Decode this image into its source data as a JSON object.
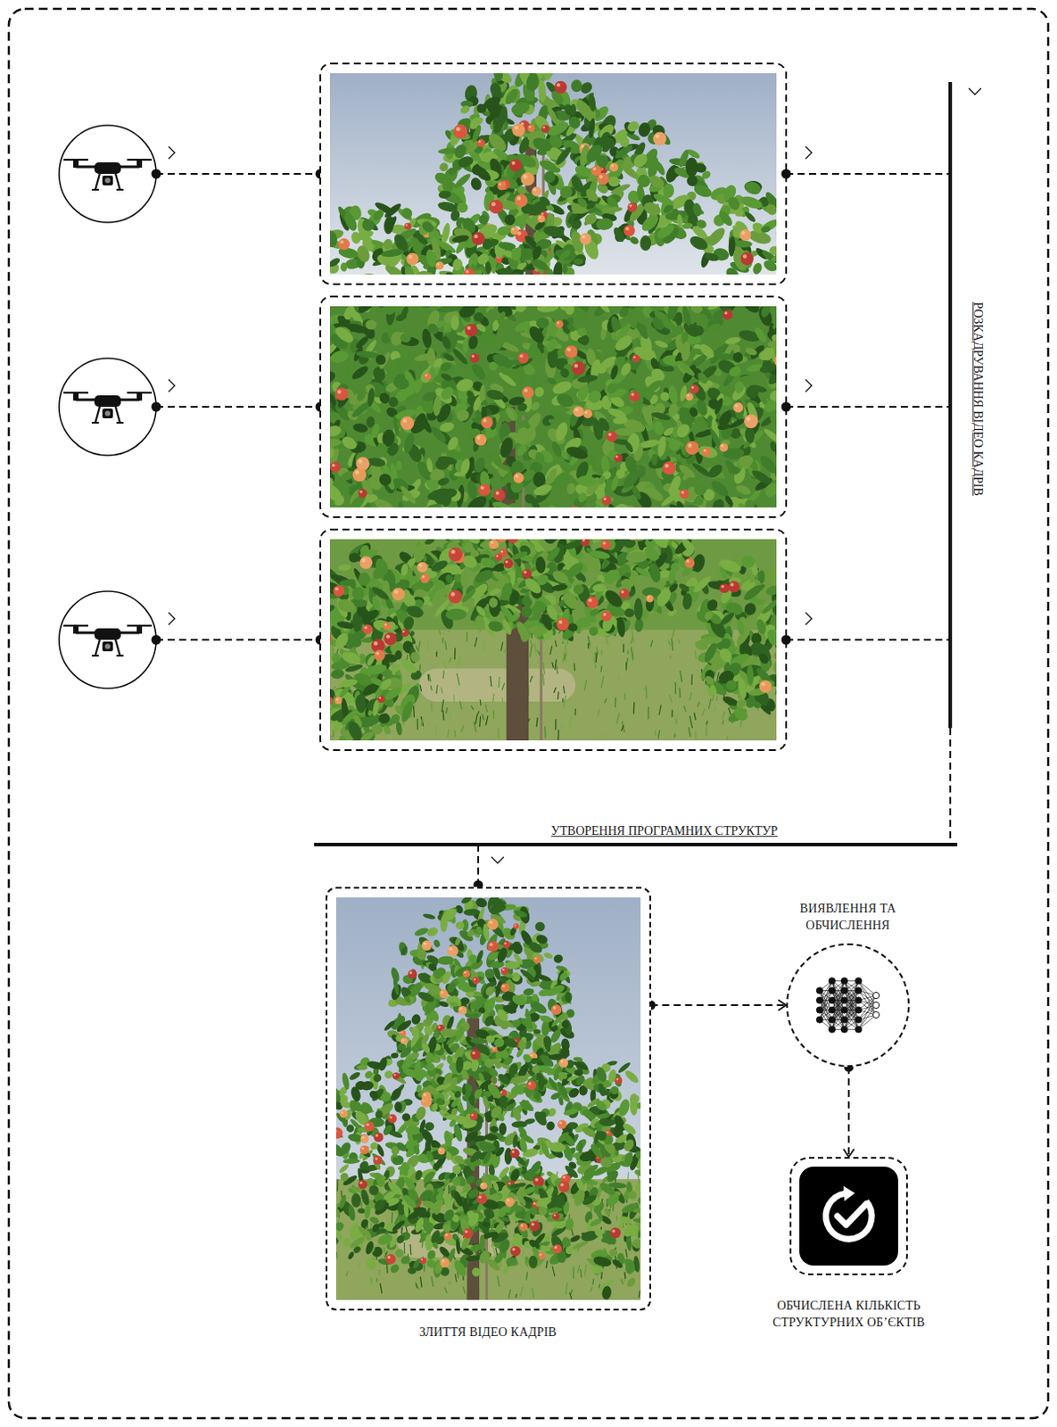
{
  "diagram": {
    "nodes": [
      {
        "text": [
          "ЗЛИТТЯ ВІДЕО КАДРІВ"
        ]
      },
      {
        "text": [
          "ВИЯВЛЕННЯ ТА ОБЧИСЛЕННЯ"
        ]
      },
      {
        "text": [
          "ОБЧИСЛЕНА КІЛЬКІСТЬ СТРУКТУРНИХ ОБ’ЄКТІВ"
        ]
      }
    ],
    "edges": [
      {
        "from": 0,
        "to": 1,
        "arrow": "to"
      },
      {
        "from": 1,
        "to": 2,
        "arrow": "to"
      }
    ],
    "labels": [
      "РОЗКАДРУВАННЯ ВІДЕО КАДРІВ",
      "УТВОРЕННЯ ПРОГРАМНИХ СТРУКТУР"
    ]
  }
}
